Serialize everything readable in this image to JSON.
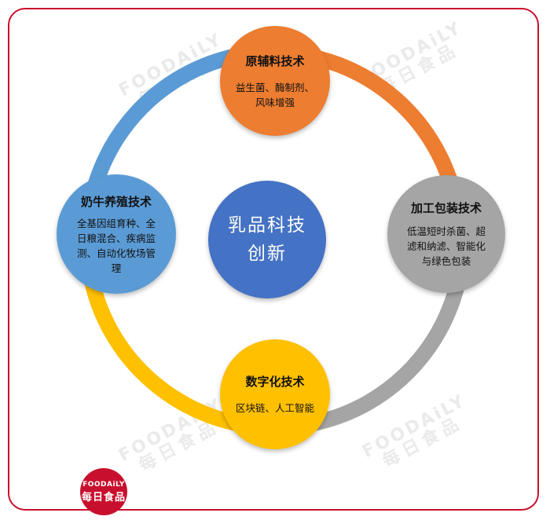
{
  "watermark": {
    "brand_en": "FOODAiLY",
    "brand_cn": "每日食品"
  },
  "logo": {
    "brand_en": "FOODAiLY",
    "brand_cn": "每日食品"
  },
  "center": {
    "line1": "乳品科技",
    "line2": "创新"
  },
  "nodes": {
    "top": {
      "title": "原辅料技术",
      "desc": [
        "益生菌、酶制剂、",
        "风味增强"
      ]
    },
    "right": {
      "title": "加工包装技术",
      "desc": [
        "低温短时杀菌、超",
        "滤和纳滤、智能化",
        "与绿色包装"
      ]
    },
    "bottom": {
      "title": "数字化技术",
      "desc": [
        "区块链、人工智能"
      ]
    },
    "left": {
      "title": "奶牛养殖技术",
      "desc": [
        "全基因组育种、全",
        "日粮混合、疾病监",
        "测、自动化牧场管",
        "理"
      ]
    }
  },
  "colors": {
    "frame": "#c8102e",
    "center": "#4472c4",
    "top": "#ed7d31",
    "right": "#a5a5a5",
    "bottom": "#ffc000",
    "left": "#5b9bd5"
  }
}
